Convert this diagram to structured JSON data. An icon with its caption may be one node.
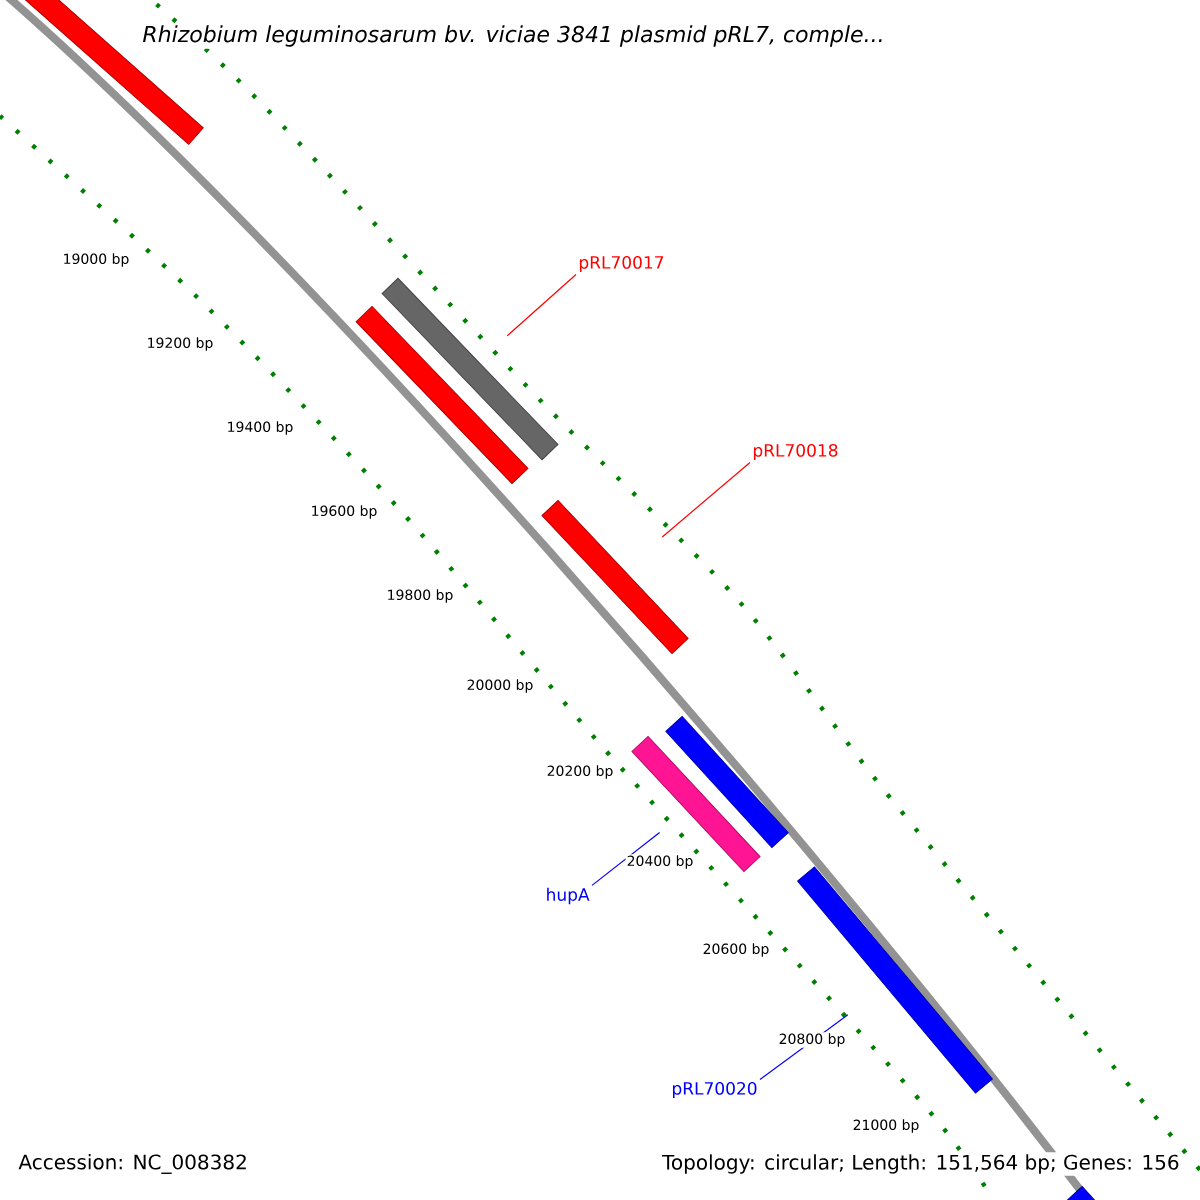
{
  "diagram": {
    "title": "Rhizobium leguminosarum bv. viciae 3841 plasmid pRL7, comple...",
    "nodes": [
      {
        "text": [],
        "shape": "bar"
      },
      {
        "text": [],
        "shape": "bar"
      },
      {
        "text": [],
        "shape": "bar"
      },
      {
        "text": [
          "pRL70017"
        ]
      },
      {
        "text": [],
        "shape": "bar"
      },
      {
        "text": [
          "pRL70018"
        ]
      },
      {
        "text": [],
        "shape": "bar"
      },
      {
        "text": [],
        "shape": "bar"
      },
      {
        "text": [
          "hupA"
        ]
      },
      {
        "text": [],
        "shape": "bar"
      },
      {
        "text": [
          "pRL70020"
        ]
      },
      {
        "text": [],
        "shape": "bar"
      }
    ],
    "edges": [
      {
        "from": 3,
        "to": 1,
        "arrow": "none",
        "color": "#ff0000"
      },
      {
        "from": 5,
        "to": 4,
        "arrow": "none",
        "color": "#ff0000"
      },
      {
        "from": 8,
        "to": 7,
        "arrow": "none",
        "color": "#0000ff"
      },
      {
        "from": 10,
        "to": 9,
        "arrow": "none",
        "color": "#0000ff"
      }
    ],
    "labels": [
      "19000 bp",
      "19200 bp",
      "19400 bp",
      "19600 bp",
      "19800 bp",
      "20000 bp",
      "20200 bp",
      "20400 bp",
      "20600 bp",
      "20800 bp",
      "21000 bp",
      "Accession: NC_008382",
      "Topology: circular; Length: 151,564 bp; Genes: 156"
    ]
  }
}
